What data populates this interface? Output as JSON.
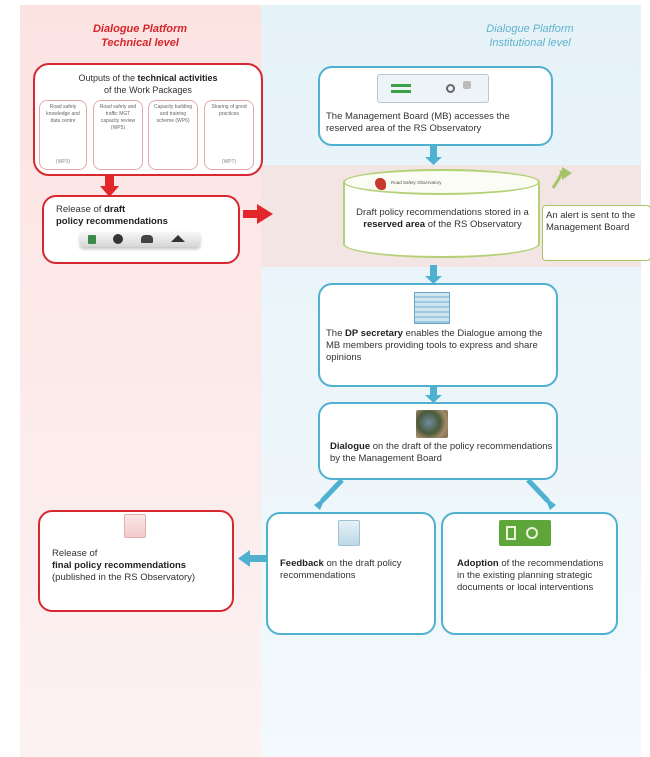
{
  "left_title": {
    "line1": "Dialogue Platform",
    "line2": "Technical level"
  },
  "right_title": {
    "line1": "Dialogue Platform",
    "line2": "Institutional level"
  },
  "outputs_box": {
    "text_pre": "Outputs of the ",
    "text_bold": "technical activities",
    "text_post": "of the Work Packages",
    "items": [
      {
        "label": "Road safety knowledge and data centre",
        "wp": "(WP3)"
      },
      {
        "label": "Road safety and traffic MGT capacity review (WP5)",
        "wp": ""
      },
      {
        "label": "Capacity building and training scheme (WP6)",
        "wp": ""
      },
      {
        "label": "Sharing of good practices",
        "wp": "(WP7)"
      }
    ]
  },
  "release_draft": {
    "pre": "Release of ",
    "bold1": "draft",
    "bold2": "policy recommendations"
  },
  "mb_access": {
    "text": "The Management Board (MB) accesses the reserved area of the RS Observatory"
  },
  "storage": {
    "header": "Road Safety Observatory",
    "pre": "Draft policy recommendations stored in a ",
    "bold": "reserved area",
    "post": " of  the RS Observatory"
  },
  "alert": {
    "text": "An alert is sent to the Management Board"
  },
  "dp_secretary": {
    "pre": "The ",
    "bold": "DP secretary",
    "post": " enables the Dialogue among the MB members providing tools to express and share opinions"
  },
  "dialogue": {
    "bold": "Dialogue",
    "post": " on the draft of the policy recommendations by the Management Board"
  },
  "feedback": {
    "bold": "Feedback",
    "post": " on the draft policy recommendations"
  },
  "adoption": {
    "bold": "Adoption",
    "post": " of the recommendations in the existing planning strategic documents or local interventions"
  },
  "release_final": {
    "line1": "Release of",
    "bold": "final policy recommendations",
    "post": "(published  in the RS Observatory)"
  },
  "colors": {
    "red": "#d7282f",
    "blue": "#4fb0d0",
    "green": "#a6c36a"
  }
}
